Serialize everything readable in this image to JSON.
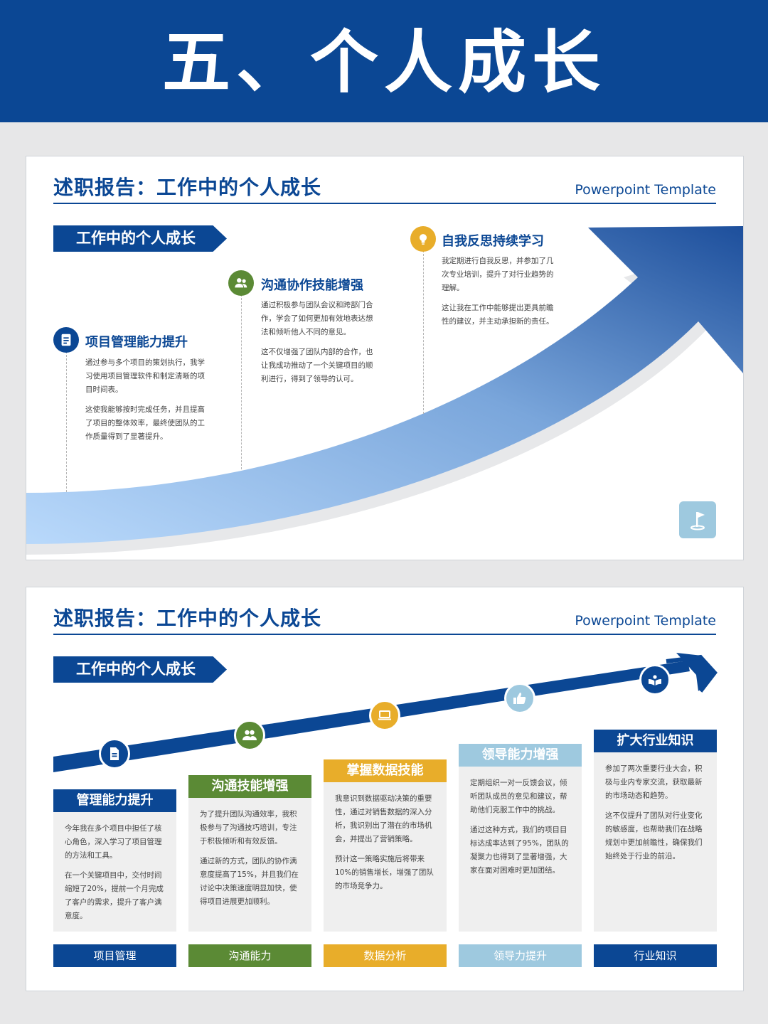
{
  "banner": {
    "title": "五、个人成长"
  },
  "slide1": {
    "title": "述职报告：工作中的个人成长",
    "subtitle": "Powerpoint Template",
    "tag": "工作中的个人成长",
    "items": [
      {
        "icon": "document-icon",
        "color": "#0b4794",
        "heading": "项目管理能力提升",
        "p1": "通过参与多个项目的策划执行，我学习使用项目管理软件和制定清晰的项目时间表。",
        "p2": "这使我能够按时完成任务，并且提高了项目的整体效率，最终使团队的工作质量得到了显著提升。"
      },
      {
        "icon": "people-icon",
        "color": "#5b8a35",
        "heading": "沟通协作技能增强",
        "p1": "通过积极参与团队会议和跨部门合作，学会了如何更加有效地表达想法和倾听他人不同的意见。",
        "p2": "这不仅增强了团队内部的合作，也让我成功推动了一个关键项目的顺利进行，得到了领导的认可。"
      },
      {
        "icon": "lightbulb-icon",
        "color": "#e8ad2a",
        "heading": "自我反思持续学习",
        "p1": "我定期进行自我反思，并参加了几次专业培训，提升了对行业趋势的理解。",
        "p2": "这让我在工作中能够提出更具前瞻性的建议，并主动承担新的责任。"
      }
    ],
    "flag_icon": "golf-flag-icon"
  },
  "slide2": {
    "title": "述职报告：工作中的个人成长",
    "subtitle": "Powerpoint Template",
    "tag": "工作中的个人成长",
    "columns": [
      {
        "icon": "document-icon",
        "color": "#0b4794",
        "heading": "管理能力提升",
        "footer": "项目管理",
        "p1": "今年我在多个项目中担任了核心角色，深入学习了项目管理的方法和工具。",
        "p2": "在一个关键项目中，交付时间缩短了20%，提前一个月完成了客户的需求，提升了客户满意度。"
      },
      {
        "icon": "people-icon",
        "color": "#5b8a35",
        "heading": "沟通技能增强",
        "footer": "沟通能力",
        "p1": "为了提升团队沟通效率，我积极参与了沟通技巧培训，专注于积极倾听和有效反馈。",
        "p2": "通过新的方式，团队的协作满意度提高了15%，并且我们在讨论中决策速度明显加快，使得项目进展更加顺利。"
      },
      {
        "icon": "laptop-icon",
        "color": "#e8ad2a",
        "heading": "掌握数据技能",
        "footer": "数据分析",
        "p1": "我意识到数据驱动决策的重要性，通过对销售数据的深入分析，我识别出了潜在的市场机会，并提出了营销策略。",
        "p2": "预计这一策略实施后将带来10%的销售增长，增强了团队的市场竞争力。"
      },
      {
        "icon": "thumbs-up-icon",
        "color": "#9ec9df",
        "heading": "领导能力增强",
        "footer": "领导力提升",
        "p1": "定期组织一对一反馈会议，倾听团队成员的意见和建议，帮助他们克服工作中的挑战。",
        "p2": "通过这种方式，我们的项目目标达成率达到了95%，团队的凝聚力也得到了显著增强，大家在面对困难时更加团结。"
      },
      {
        "icon": "book-icon",
        "color": "#0b4794",
        "heading": "扩大行业知识",
        "footer": "行业知识",
        "p1": "参加了两次重要行业大会，积极与业内专家交流，获取最新的市场动态和趋势。",
        "p2": "这不仅提升了团队对行业变化的敏感度，也帮助我们在战略规划中更加前瞻性，确保我们始终处于行业的前沿。"
      }
    ]
  }
}
